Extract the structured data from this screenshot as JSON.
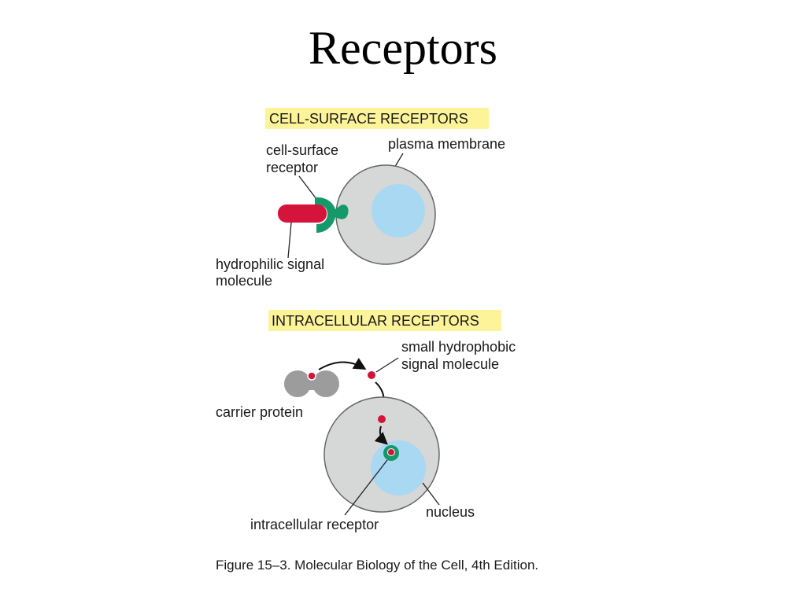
{
  "slide": {
    "title": "Receptors"
  },
  "figure": {
    "cell_surface": {
      "heading": "CELL-SURFACE RECEPTORS",
      "receptor_label_line1": "cell-surface",
      "receptor_label_line2": "receptor",
      "membrane_label": "plasma membrane",
      "signal_label_line1": "hydrophilic signal",
      "signal_label_line2": "molecule"
    },
    "intracellular": {
      "heading": "INTRACELLULAR RECEPTORS",
      "signal_label_line1": "small hydrophobic",
      "signal_label_line2": "signal molecule",
      "carrier_label": "carrier protein",
      "nucleus_label": "nucleus",
      "receptor_label": "intracellular receptor"
    },
    "caption": "Figure 15–3. Molecular Biology of the Cell, 4th Edition."
  },
  "colors": {
    "highlight": "#fdf49a",
    "cell": "#d5d8d6",
    "cell_outline": "#666666",
    "nucleus": "#a9d8f2",
    "receptor": "#15996a",
    "signal_red": "#d4143a",
    "carrier": "#9c9c9c"
  }
}
